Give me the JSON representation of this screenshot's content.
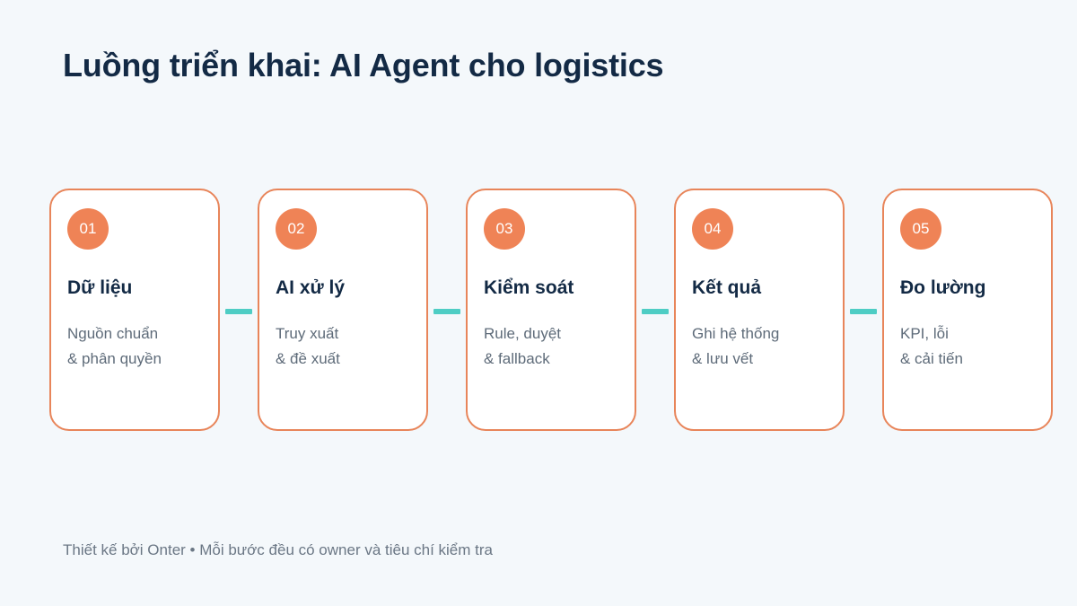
{
  "title": "Luồng triển khai: AI Agent cho logistics",
  "steps": [
    {
      "number": "01",
      "title": "Dữ liệu",
      "desc": [
        "Nguồn chuẩn",
        "& phân quyền"
      ]
    },
    {
      "number": "02",
      "title": "AI xử lý",
      "desc": [
        "Truy xuất",
        "& đề xuất"
      ]
    },
    {
      "number": "03",
      "title": "Kiểm soát",
      "desc": [
        "Rule, duyệt",
        "& fallback"
      ]
    },
    {
      "number": "04",
      "title": "Kết quả",
      "desc": [
        "Ghi hệ thống",
        "& lưu vết"
      ]
    },
    {
      "number": "05",
      "title": "Đo lường",
      "desc": [
        "KPI, lỗi",
        "& cải tiến"
      ]
    }
  ],
  "footer": "Thiết kế bởi Onter • Mỗi bước đều có owner và tiêu chí kiểm tra",
  "colors": {
    "background": "#f4f8fb",
    "title": "#132a45",
    "card_border": "#e8855a",
    "badge": "#ef8356",
    "connector": "#4ecdc4",
    "muted_text": "#5e6b79"
  }
}
